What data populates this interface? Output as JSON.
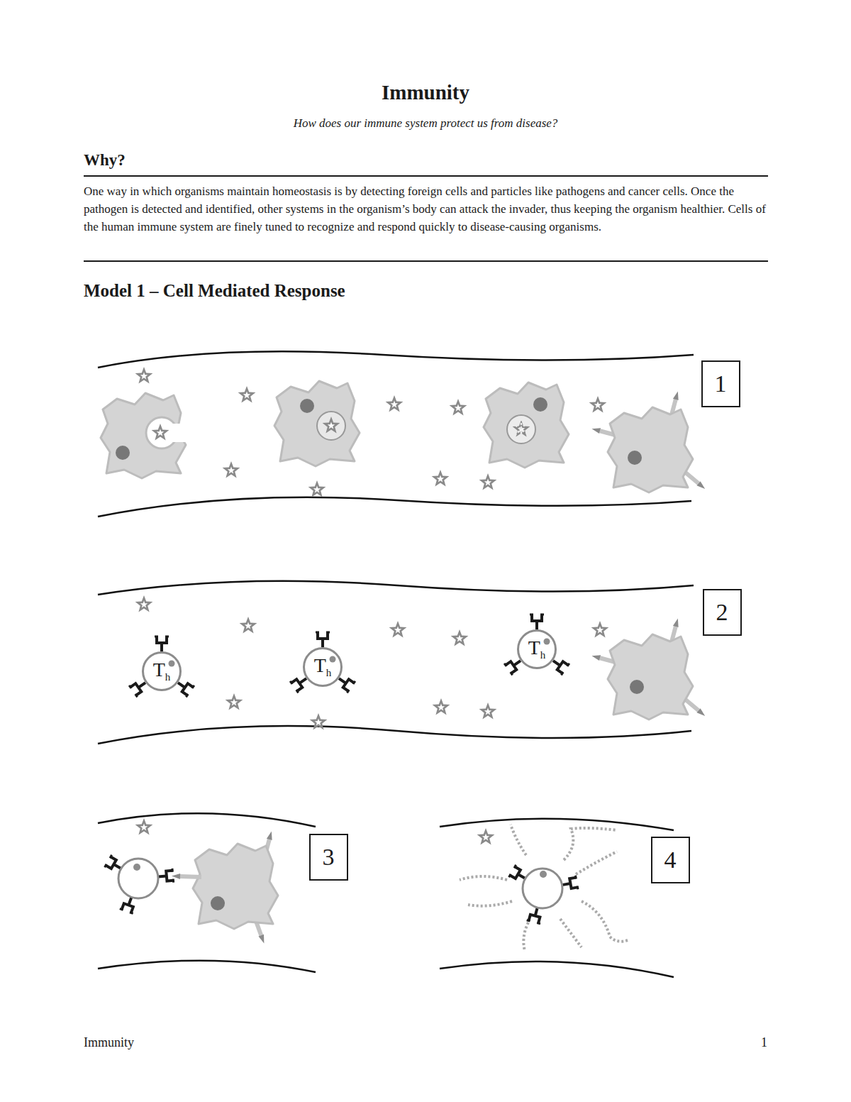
{
  "diagram": {
    "title": "Immunity",
    "nodes": [
      {
        "text": [
          "1"
        ]
      },
      {
        "text": [
          "Th"
        ]
      },
      {
        "text": [
          "Th"
        ]
      },
      {
        "text": [
          "Th"
        ]
      },
      {
        "text": [
          "2"
        ]
      },
      {
        "text": [
          "3"
        ]
      },
      {
        "text": [
          "4"
        ]
      }
    ],
    "edges": [],
    "labels": [
      "How does our immune system protect us from disease?",
      "Why?",
      "One way in which organisms maintain homeostasis is by detecting foreign cells and particles like pathogens and cancer cells. Once the pathogen is detected and identified, other systems in the organism’s body can attack the invader, thus keeping the organism healthier. Cells of the human immune system are finely tuned to recognize and respond quickly to disease-causing organisms.",
      "Model 1 – Cell Mediated Response",
      "Immunity",
      "1"
    ]
  }
}
